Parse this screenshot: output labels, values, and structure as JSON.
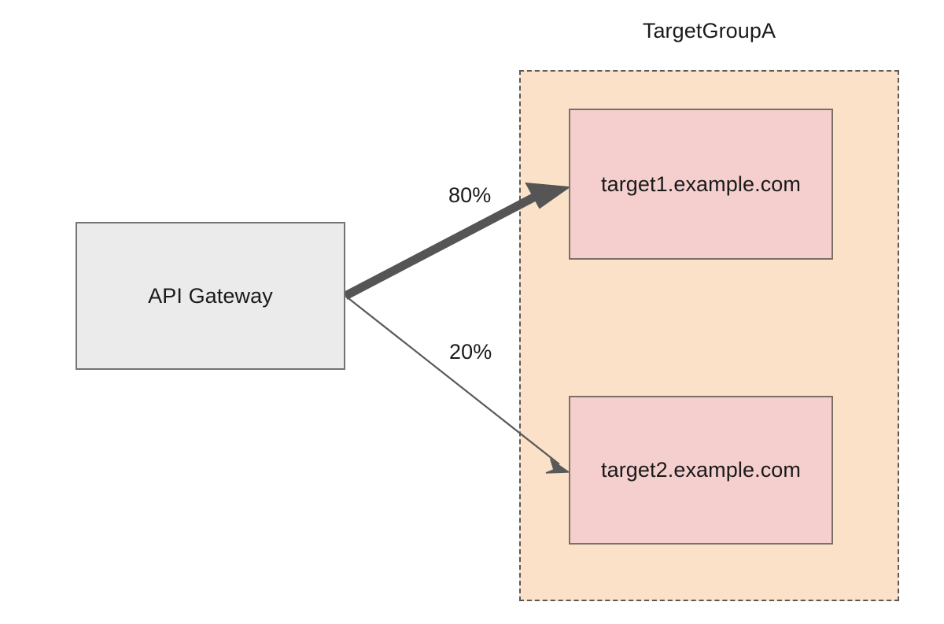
{
  "diagram": {
    "title": "TargetGroupA",
    "colors": {
      "group_fill": "#fae1c8",
      "group_border": "#585858",
      "gateway_fill": "#ebebeb",
      "gateway_border": "#737373",
      "target_fill": "#f5cfce",
      "target_border": "#7a7068",
      "edge_primary": "#555555",
      "edge_secondary": "#595959",
      "text": "#1a1a1a"
    },
    "source": {
      "label": "API Gateway"
    },
    "group": {
      "label": "TargetGroupA",
      "targets": [
        {
          "label": "target1.example.com"
        },
        {
          "label": "target2.example.com"
        }
      ]
    },
    "edges": [
      {
        "from": "API Gateway",
        "to": "target1.example.com",
        "label": "80%",
        "weight": 80,
        "style": "thick"
      },
      {
        "from": "API Gateway",
        "to": "target2.example.com",
        "label": "20%",
        "weight": 20,
        "style": "thin"
      }
    ]
  }
}
